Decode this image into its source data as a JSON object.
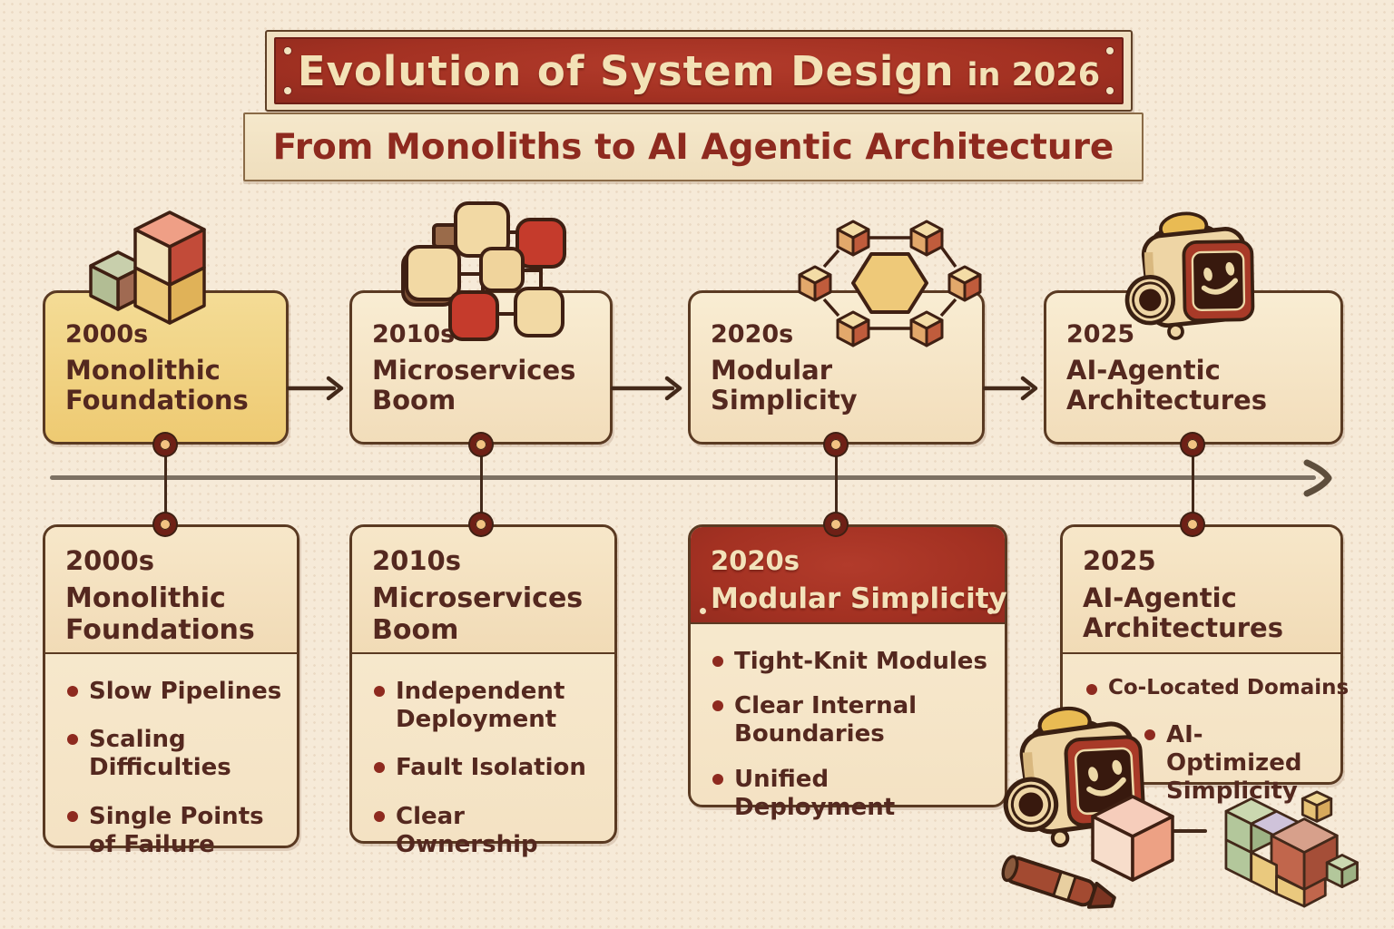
{
  "header": {
    "title_main": "Evolution of System Design",
    "title_suffix": "in 2026",
    "subtitle": "From Monoliths to AI Agentic Architecture"
  },
  "stages": [
    {
      "year": "2000s",
      "title": "Monolithic Foundations",
      "icon": "stacked-cubes-icon",
      "highlight": "yellow",
      "bullets": [
        "Slow Pipelines",
        "Scaling Difficulties",
        "Single Points of Failure"
      ]
    },
    {
      "year": "2010s",
      "title": "Microservices Boom",
      "icon": "connected-services-icon",
      "highlight": "cream",
      "bullets": [
        "Independent Deployment",
        "Fault Isolation",
        "Clear Ownership"
      ]
    },
    {
      "year": "2020s",
      "title": "Modular Simplicity",
      "icon": "hexagon-module-network-icon",
      "highlight": "red-header",
      "bullets": [
        "Tight-Knit Modules",
        "Clear Internal Boundaries",
        "Unified Deployment"
      ]
    },
    {
      "year": "2025",
      "title": "AI-Agentic Architectures",
      "icon": "robot-head-icon",
      "highlight": "cream",
      "bullets": [
        "Co-Located Domains",
        "AI-Optimized Simplicity"
      ]
    }
  ],
  "timeline": {
    "direction": "left-to-right"
  },
  "colors": {
    "background": "#f6ead8",
    "banner_red": "#a33122",
    "banner_text": "#f3e2b6",
    "subtitle_text": "#8e2a1f",
    "card_yellow": "#eeca72",
    "card_cream": "#f4e2c3",
    "card_border": "#5a3a22",
    "body_text": "#54281f",
    "bullet_dot": "#8e2a1f",
    "timeline_line": "#7d7163",
    "connector": "#43291a"
  }
}
